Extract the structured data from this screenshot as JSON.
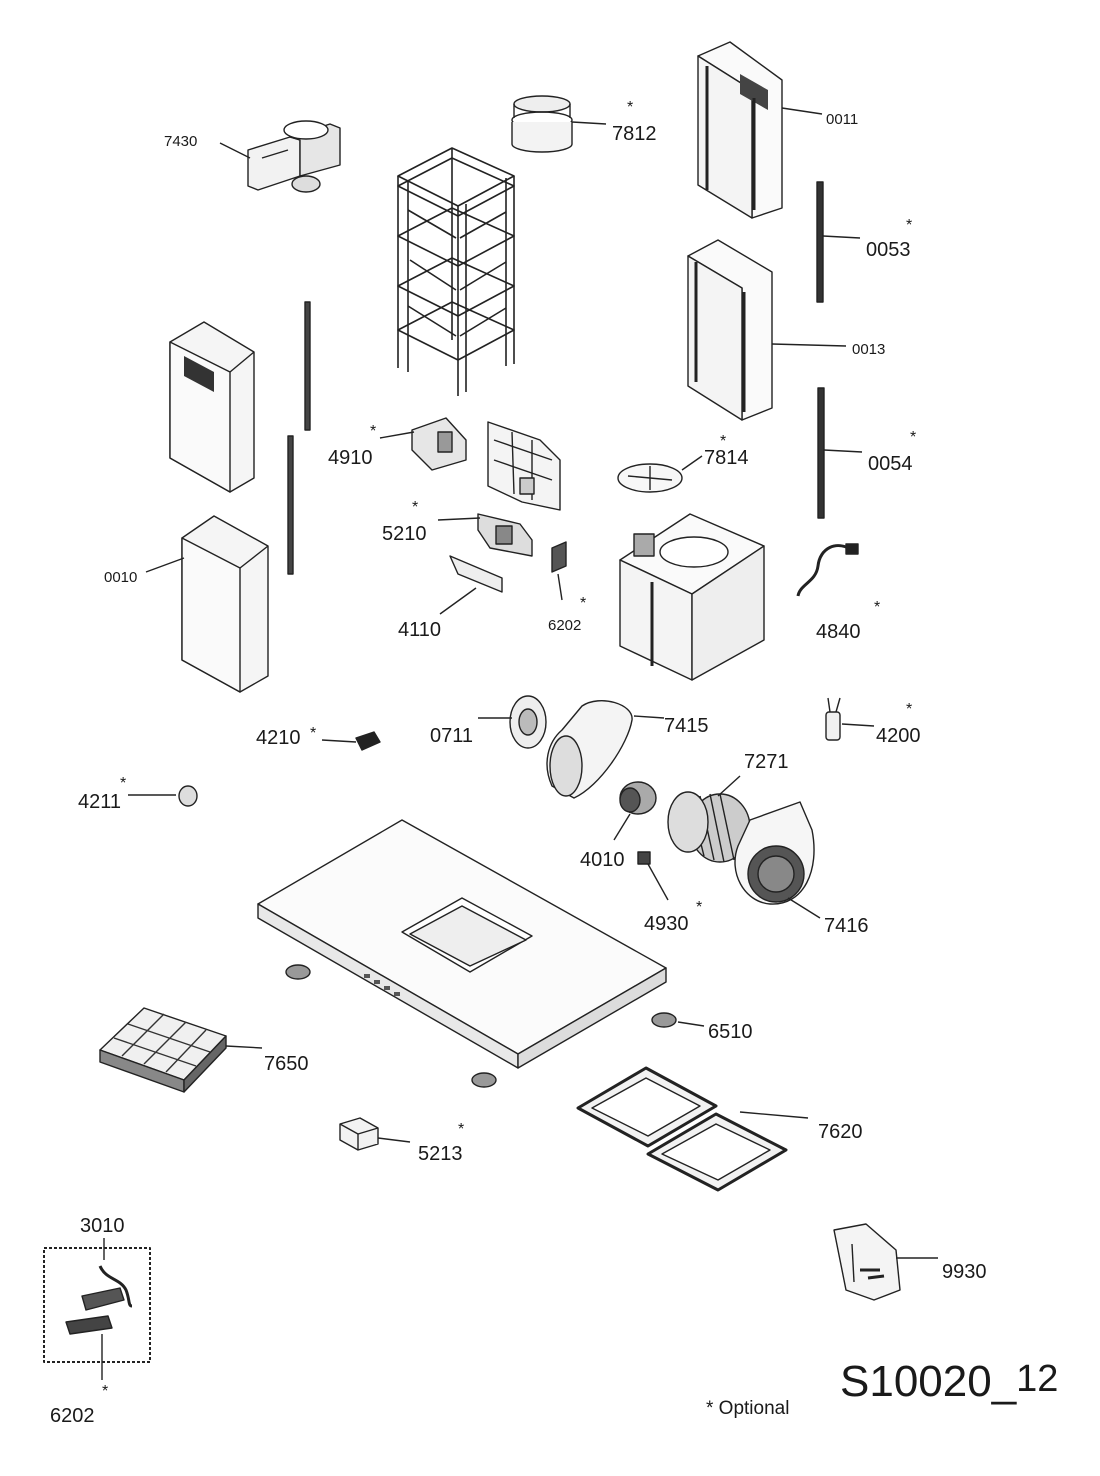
{
  "diagram": {
    "drawing_code_main": "S10020_",
    "drawing_code_suffix": "12",
    "optional_note": "* Optional",
    "star": "*",
    "parts": {
      "p7430": "7430",
      "p7812": "7812",
      "p0011": "0011",
      "p0053": "0053",
      "p0013": "0013",
      "p0054": "0054",
      "p7814": "7814",
      "p4910": "4910",
      "p5210": "5210",
      "p0010": "0010",
      "p4110": "4110",
      "p6202a": "6202",
      "p4840": "4840",
      "p4210": "4210",
      "p0711": "0711",
      "p7415": "7415",
      "p4200": "4200",
      "p7271": "7271",
      "p4211": "4211",
      "p4010": "4010",
      "p4930": "4930",
      "p7416": "7416",
      "p6510": "6510",
      "p7650": "7650",
      "p7620": "7620",
      "p5213": "5213",
      "p3010": "3010",
      "p9930": "9930",
      "p6202b": "6202"
    }
  }
}
